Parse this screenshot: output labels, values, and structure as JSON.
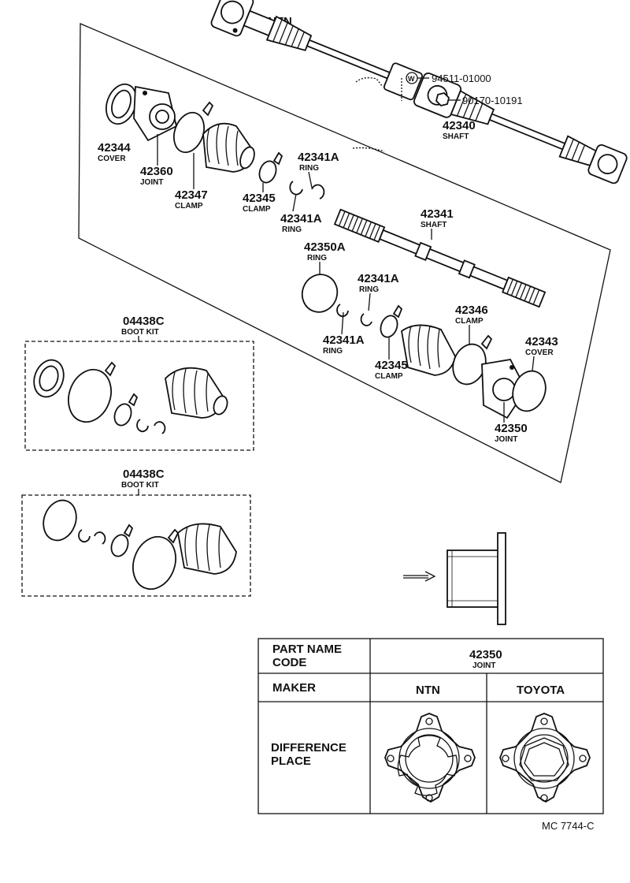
{
  "header": {
    "maker_label": "NTN"
  },
  "labels": [
    {
      "id": "l-94511",
      "number": "94511-01000",
      "name": ""
    },
    {
      "id": "l-90170",
      "number": "90170-10191",
      "name": ""
    },
    {
      "id": "l-42340",
      "number": "42340",
      "name": "SHAFT"
    },
    {
      "id": "l-42344",
      "number": "42344",
      "name": "COVER"
    },
    {
      "id": "l-42360",
      "number": "42360",
      "name": "JOINT"
    },
    {
      "id": "l-42347",
      "number": "42347",
      "name": "CLAMP"
    },
    {
      "id": "l-42345a",
      "number": "42345",
      "name": "CLAMP"
    },
    {
      "id": "l-42341a-top",
      "number": "42341A",
      "name": "RING"
    },
    {
      "id": "l-42341a-mid",
      "number": "42341A",
      "name": "RING"
    },
    {
      "id": "l-42341",
      "number": "42341",
      "name": "SHAFT"
    },
    {
      "id": "l-42350a",
      "number": "42350A",
      "name": "RING"
    },
    {
      "id": "l-42341a-r",
      "number": "42341A",
      "name": "RING"
    },
    {
      "id": "l-42341a-l",
      "number": "42341A",
      "name": "RING"
    },
    {
      "id": "l-42346",
      "number": "42346",
      "name": "CLAMP"
    },
    {
      "id": "l-42343",
      "number": "42343",
      "name": "COVER"
    },
    {
      "id": "l-42345b",
      "number": "42345",
      "name": "CLAMP"
    },
    {
      "id": "l-42350",
      "number": "42350",
      "name": "JOINT"
    }
  ],
  "washer_symbol": "W",
  "kits": [
    {
      "number": "04438C",
      "name": "BOOT KIT"
    },
    {
      "number": "04438C",
      "name": "BOOT KIT"
    }
  ],
  "table": {
    "header_left_line1": "PART NAME",
    "header_left_line2": "CODE",
    "header_right_number": "42350",
    "header_right_name": "JOINT",
    "maker_label": "MAKER",
    "maker_ntn": "NTN",
    "maker_toyota": "TOYOTA",
    "diff_line1": "DIFFERENCE",
    "diff_line2": "PLACE"
  },
  "footer": {
    "reference": "MC  7744-C"
  }
}
